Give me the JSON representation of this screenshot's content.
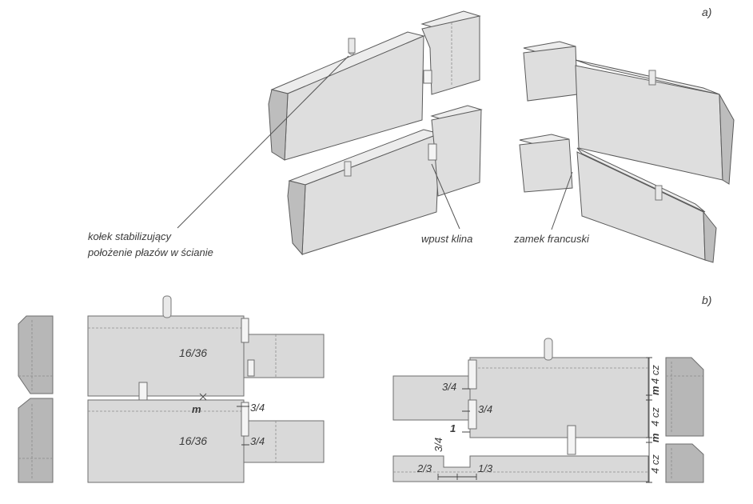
{
  "panel_labels": {
    "a": "a)",
    "b": "b)"
  },
  "annotations": {
    "dowel_line1": "kołek stabilizujący",
    "dowel_line2": "położenie płazów w ścianie",
    "wedge_slot": "wpust klina",
    "french_lock": "zamek francuski"
  },
  "dimensions": {
    "section_top": "16/36",
    "section_bottom": "16/36",
    "m": "m",
    "three_quarter": "3/4",
    "one": "1",
    "two_thirds": "2/3",
    "one_third": "1/3",
    "four_cz": "4 cz"
  },
  "colors": {
    "wood": "#dedede",
    "end_grain": "#bdbdbd",
    "line": "#5a5a5a"
  }
}
